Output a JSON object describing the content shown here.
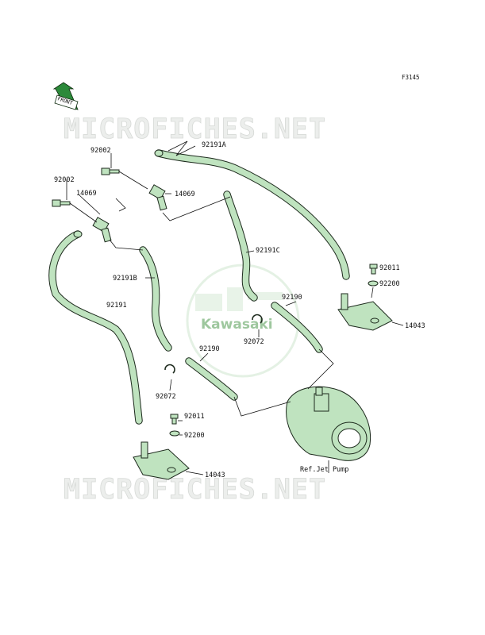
{
  "figure_code": "F3145",
  "front_arrow_label": "FRONT",
  "watermark_text": "MICROFICHES.NET",
  "logo_text": "Kawasaki",
  "callouts": {
    "screw_upper": "92002",
    "screw_left": "92002",
    "valve_left": "14069",
    "valve_right": "14069",
    "hose_a": "92191A",
    "hose_b": "92191B",
    "hose_c": "92191C",
    "hose_main": "92191",
    "tube_right": "92190",
    "tube_lower": "92190",
    "clamp_right": "92072",
    "clamp_left": "92072",
    "bolt_right": "92011",
    "washer_right": "92200",
    "bracket_right": "14043",
    "bolt_lower": "92011",
    "washer_lower": "92200",
    "bracket_lower": "14043",
    "jet_pump_ref": "Ref.Jet Pump"
  },
  "colors": {
    "part_fill": "#bfe3bf",
    "outline": "#1d2a1d",
    "logo_green": "#4f9b4f"
  }
}
